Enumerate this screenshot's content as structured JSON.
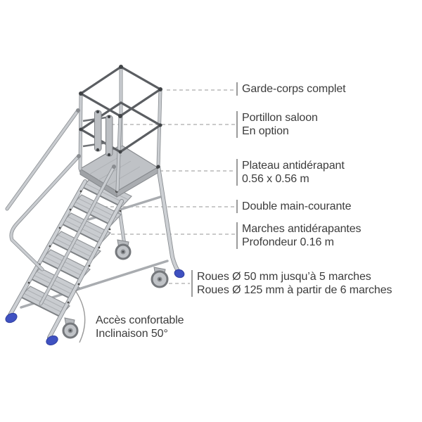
{
  "page": {
    "background": "#ffffff"
  },
  "illustration": {
    "alt": "Escabeau roulant en aluminium avec plateforme, garde-corps, portillon saloon, double main-courante, sept marches et roues"
  },
  "colors": {
    "accent_blue": "#3f51c1",
    "text": "#3c3c3c",
    "leader_line": "#b8b8b8",
    "metal_light": "#cdd0d4",
    "metal_dark": "#888c90"
  },
  "annotations": [
    {
      "id": "garde-corps",
      "lines": [
        "Garde-corps complet"
      ]
    },
    {
      "id": "portillon",
      "lines": [
        "Portillon saloon",
        "En option"
      ]
    },
    {
      "id": "plateau",
      "lines": [
        "Plateau antidérapant",
        "0.56 x 0.56 m"
      ]
    },
    {
      "id": "main-courante",
      "lines": [
        "Double main-courante"
      ]
    },
    {
      "id": "marches",
      "lines": [
        "Marches antidérapantes",
        "Profondeur 0.16 m"
      ]
    },
    {
      "id": "roues",
      "lines": [
        "Roues Ø 50 mm jusqu’à 5 marches",
        "Roues Ø 125 mm à partir de 6 marches"
      ]
    },
    {
      "id": "acces",
      "lines": [
        "Accès confortable",
        "Inclinaison 50°"
      ]
    }
  ]
}
